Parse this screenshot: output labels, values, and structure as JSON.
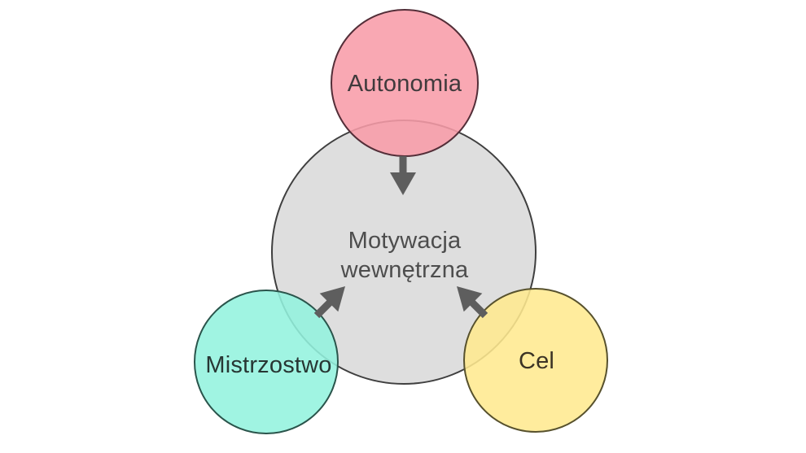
{
  "background_color": "#ffffff",
  "diagram": {
    "center": {
      "label_line1": "Motywacja",
      "label_line2": "wewnętrzna",
      "fill": "#dedede",
      "stroke": "#3f3f3f",
      "text_color": "#4d4d4d"
    },
    "nodes": [
      {
        "id": "autonomia",
        "label": "Autonomia",
        "fill": "#f89ca9",
        "stroke": "#532e38",
        "text_color": "#403a3c"
      },
      {
        "id": "mistrzostwo",
        "label": "Mistrzostwo",
        "fill": "#93f2de",
        "stroke": "#2a544b",
        "text_color": "#273633"
      },
      {
        "id": "cel",
        "label": "Cel",
        "fill": "#ffe98f",
        "stroke": "#57512d",
        "text_color": "#3b3325"
      }
    ],
    "arrows": {
      "color": "#5e5e5e"
    }
  }
}
